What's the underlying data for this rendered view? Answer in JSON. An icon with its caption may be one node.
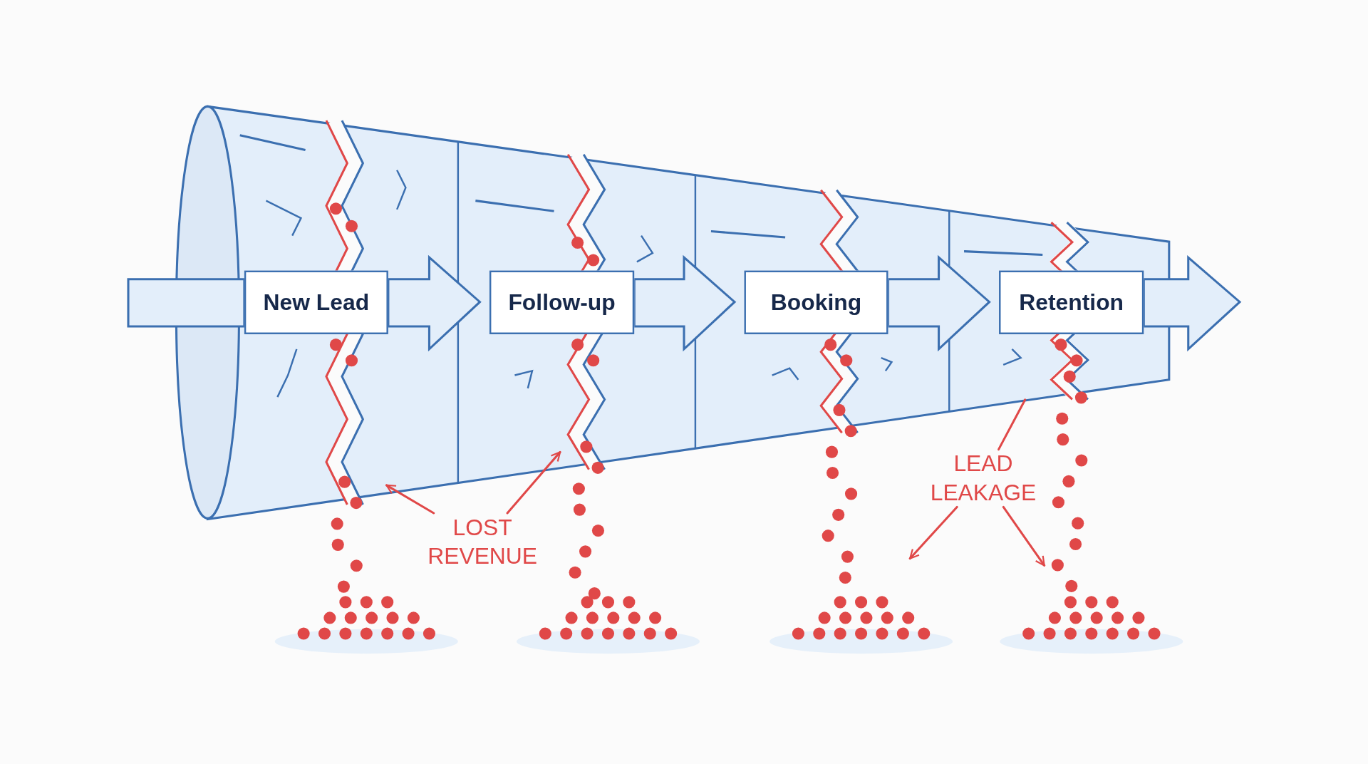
{
  "diagram": {
    "nodes": [
      {
        "text": [
          "New Lead"
        ]
      },
      {
        "text": [
          "Follow-up"
        ]
      },
      {
        "text": [
          "Booking"
        ]
      },
      {
        "text": [
          "Retention"
        ]
      },
      {
        "text": [
          "LOST REVENUE"
        ]
      },
      {
        "text": [
          "LEAD LEAKAGE"
        ]
      }
    ],
    "edges": [
      {
        "from": null,
        "to": 0,
        "arrow": "none"
      },
      {
        "from": 0,
        "to": 1,
        "arrow": "to"
      },
      {
        "from": 1,
        "to": 2,
        "arrow": "to"
      },
      {
        "from": 2,
        "to": 3,
        "arrow": "to"
      },
      {
        "from": 3,
        "to": null,
        "arrow": "to"
      },
      {
        "from": 4,
        "to": null,
        "arrow": "to",
        "color": "#e04848"
      },
      {
        "from": 4,
        "to": null,
        "arrow": "to",
        "color": "#e04848"
      },
      {
        "from": 5,
        "to": null,
        "arrow": "none",
        "color": "#e04848"
      },
      {
        "from": 5,
        "to": null,
        "arrow": "to",
        "color": "#e04848"
      },
      {
        "from": 5,
        "to": null,
        "arrow": "to",
        "color": "#e04848"
      }
    ]
  }
}
